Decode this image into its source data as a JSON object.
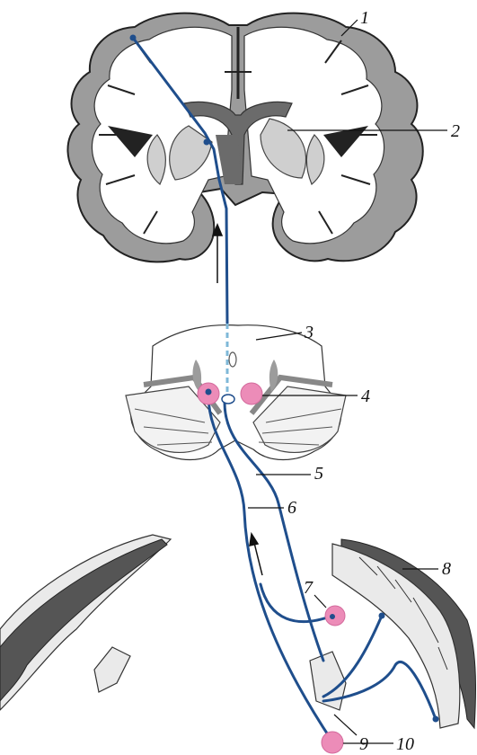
{
  "colors": {
    "pathway": "#1f4e8c",
    "pathway_dashed": "#7fb8d8",
    "nucleus_highlight": "#ec8cb8",
    "cortex_gray": "#9c9c9c",
    "deep_nucleus_gray": "#cfcfcf"
  },
  "labels": [
    {
      "id": "1",
      "text": "1"
    },
    {
      "id": "2",
      "text": "2"
    },
    {
      "id": "3",
      "text": "3"
    },
    {
      "id": "4",
      "text": "4"
    },
    {
      "id": "5",
      "text": "5"
    },
    {
      "id": "6",
      "text": "6"
    },
    {
      "id": "7",
      "text": "7"
    },
    {
      "id": "8",
      "text": "8"
    },
    {
      "id": "9",
      "text": "9"
    },
    {
      "id": "10",
      "text": "10"
    }
  ]
}
